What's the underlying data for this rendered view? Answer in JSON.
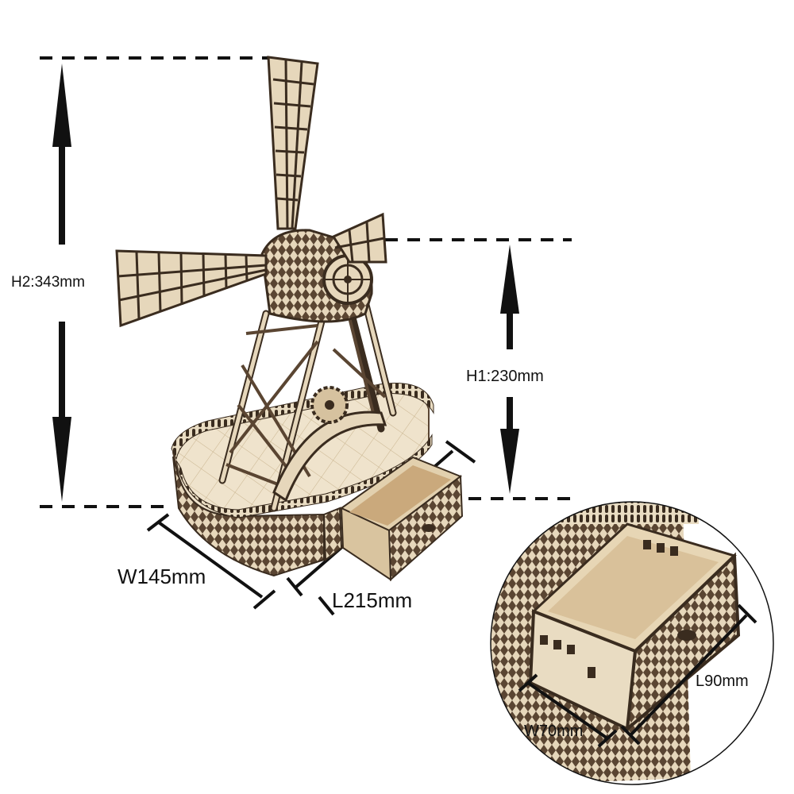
{
  "dimensions": {
    "h2": "H2:343mm",
    "h1": "H1:230mm",
    "w145": "W145mm",
    "l215": "L215mm",
    "l90": "L90mm",
    "w70": "W70mm"
  },
  "colors": {
    "wood_light": "#e9dcc2",
    "wood_mid": "#d6c29f",
    "wood_dark": "#4a3a2a",
    "line": "#111111"
  }
}
